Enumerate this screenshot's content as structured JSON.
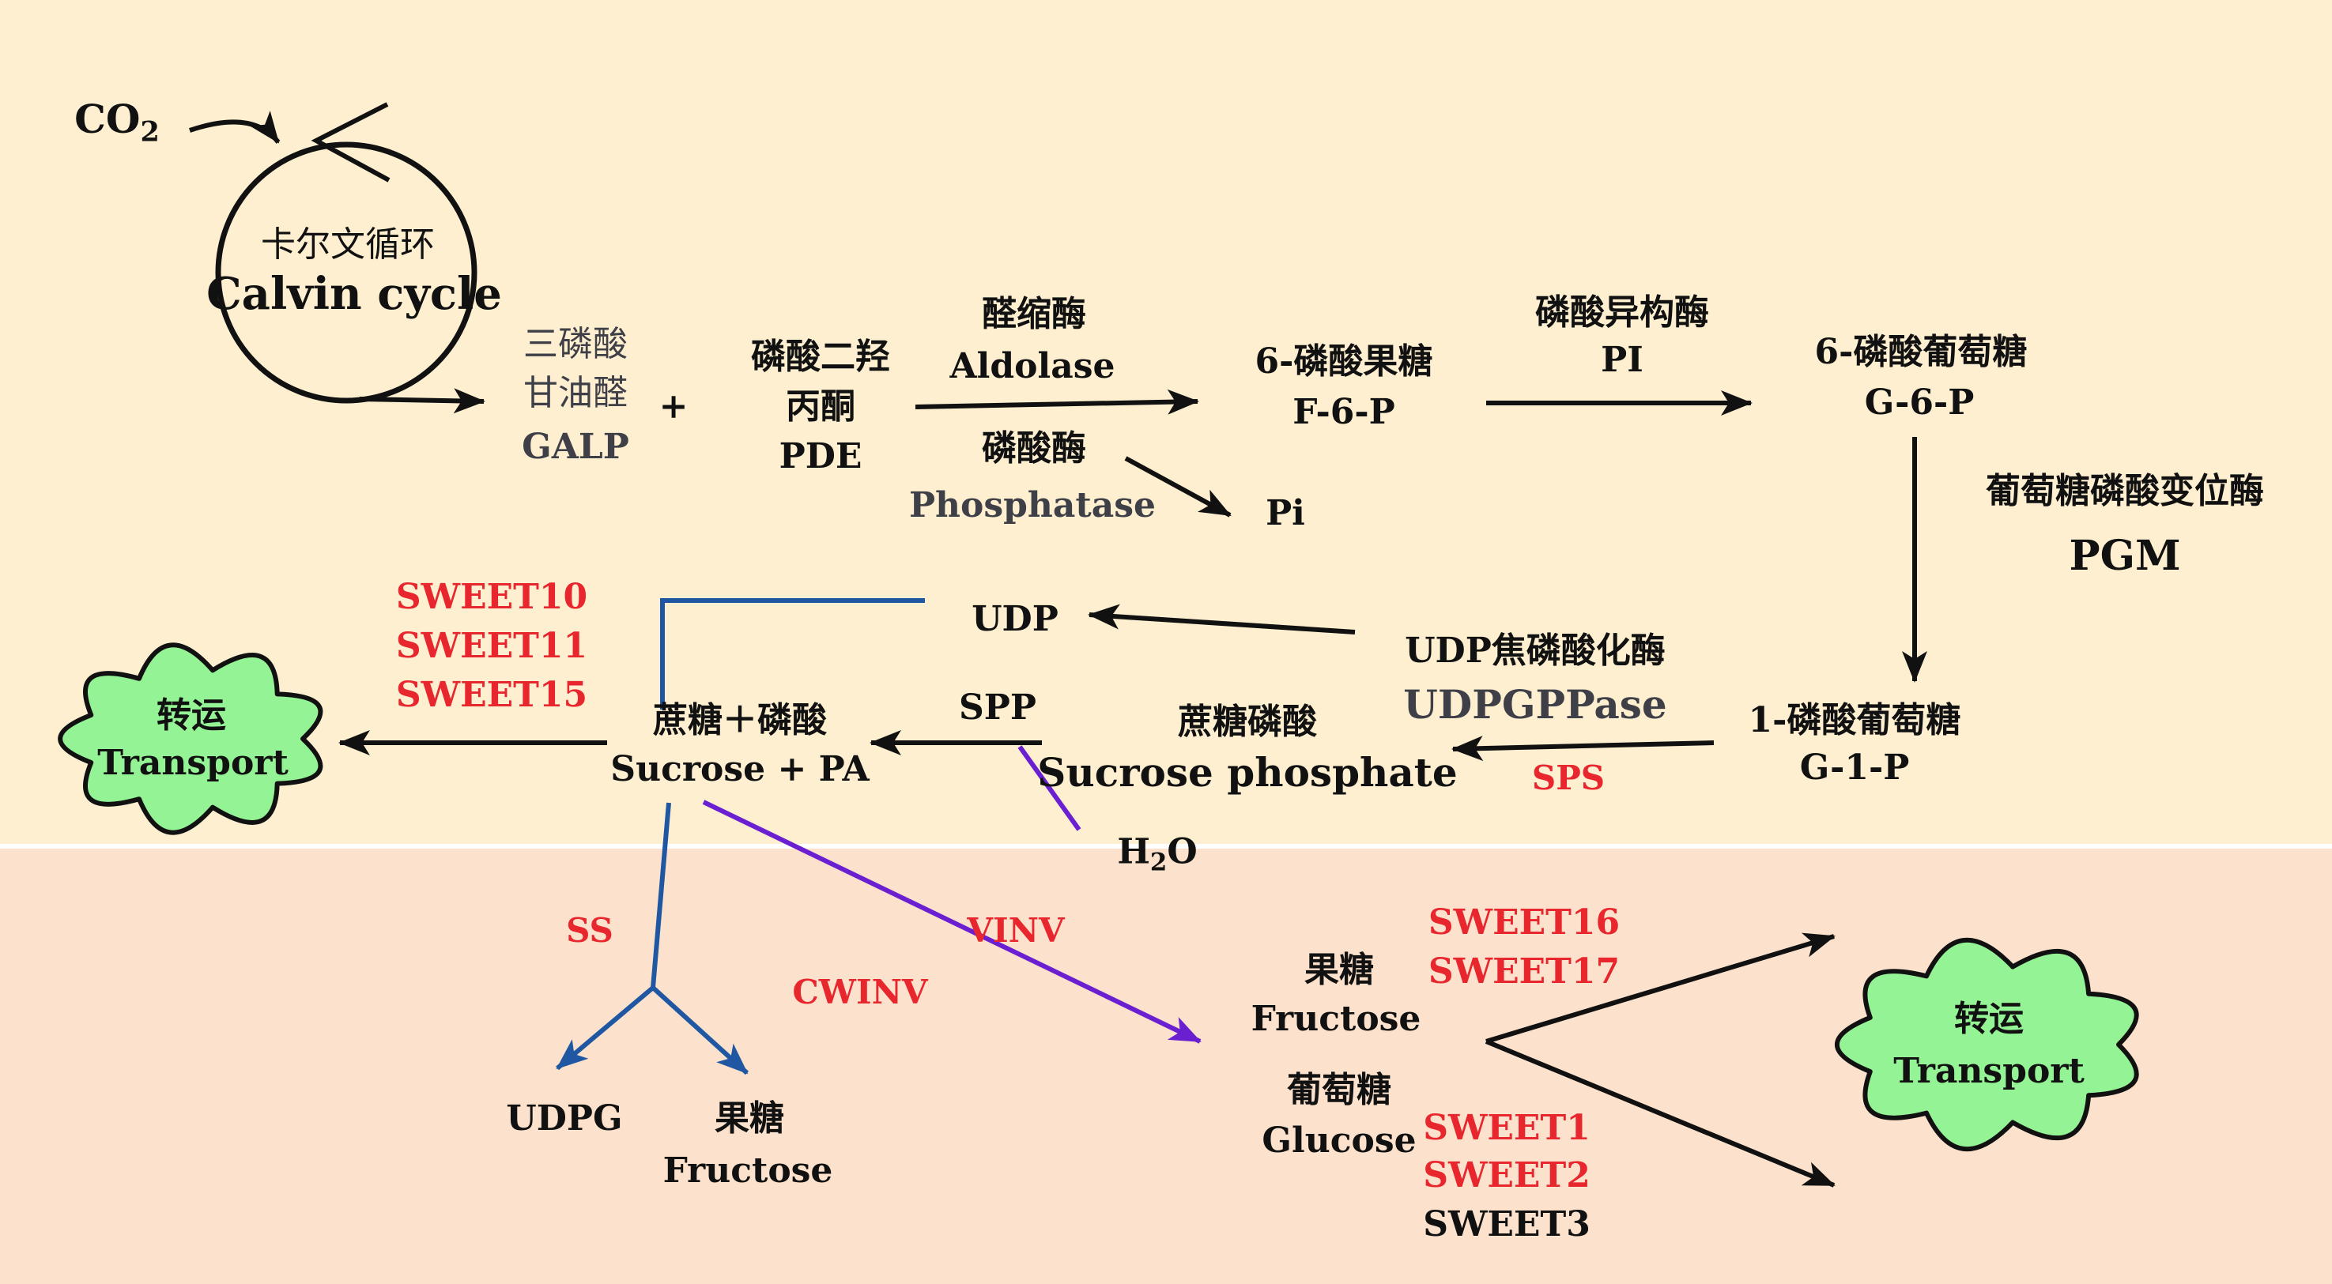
{
  "colors": {
    "top_band": "#fdefd0",
    "bottom_band": "#fce2cc",
    "arrow_black": "#111111",
    "arrow_blue": "#1f57a3",
    "arrow_purple": "#6a1fd0",
    "gene_red": "#e8262e",
    "cloud_fill": "#94f394"
  },
  "calvin": {
    "co2_base": "CO",
    "co2_sub": "2",
    "zh": "卡尔文循环",
    "en": "Calvin cycle"
  },
  "galp": {
    "line1": "三磷酸",
    "line2": "甘油醛",
    "abbr": "GALP"
  },
  "plus": "+",
  "pde": {
    "line1": "磷酸二羟",
    "line2": "丙酮",
    "abbr": "PDE"
  },
  "aldolase": {
    "zh": "醛缩酶",
    "en": "Aldolase"
  },
  "phosphatase": {
    "zh": "磷酸酶",
    "en": "Phosphatase"
  },
  "pi": "Pi",
  "f6p": {
    "zh": "6-磷酸果糖",
    "abbr": "F-6-P"
  },
  "pi_enzyme": {
    "zh": "磷酸异构酶",
    "abbr": "PI"
  },
  "g6p": {
    "zh": "6-磷酸葡萄糖",
    "abbr": "G-6-P"
  },
  "pgm": {
    "zh": "葡萄糖磷酸变位酶",
    "abbr": "PGM"
  },
  "g1p": {
    "zh": "1-磷酸葡萄糖",
    "abbr": "G-1-P"
  },
  "udpgppase": {
    "zh": "UDP焦磷酸化酶",
    "en": "UDPGPPase"
  },
  "udp": "UDP",
  "sps": "SPS",
  "sucrose_phosphate": {
    "zh": "蔗糖磷酸",
    "en": "Sucrose phosphate"
  },
  "spp": "SPP",
  "h2o": {
    "base1": "H",
    "sub": "2",
    "base2": "O"
  },
  "sucrose_pa": {
    "zh": "蔗糖＋磷酸",
    "en": "Sucrose + PA"
  },
  "sweet_top": [
    "SWEET10",
    "SWEET11",
    "SWEET15"
  ],
  "transport": {
    "zh": "转运",
    "en": "Transport"
  },
  "ss": "SS",
  "cwinv": "CWINV",
  "vinv": "VINV",
  "udpg": "UDPG",
  "fructose_left": {
    "zh": "果糖",
    "en": "Fructose"
  },
  "fructose_right": {
    "zh": "果糖",
    "en": "Fructose"
  },
  "glucose": {
    "zh": "葡萄糖",
    "en": "Glucose"
  },
  "sweet_mid": [
    "SWEET16",
    "SWEET17"
  ],
  "sweet_low": [
    "SWEET1",
    "SWEET2"
  ],
  "sweet3": "SWEET3"
}
